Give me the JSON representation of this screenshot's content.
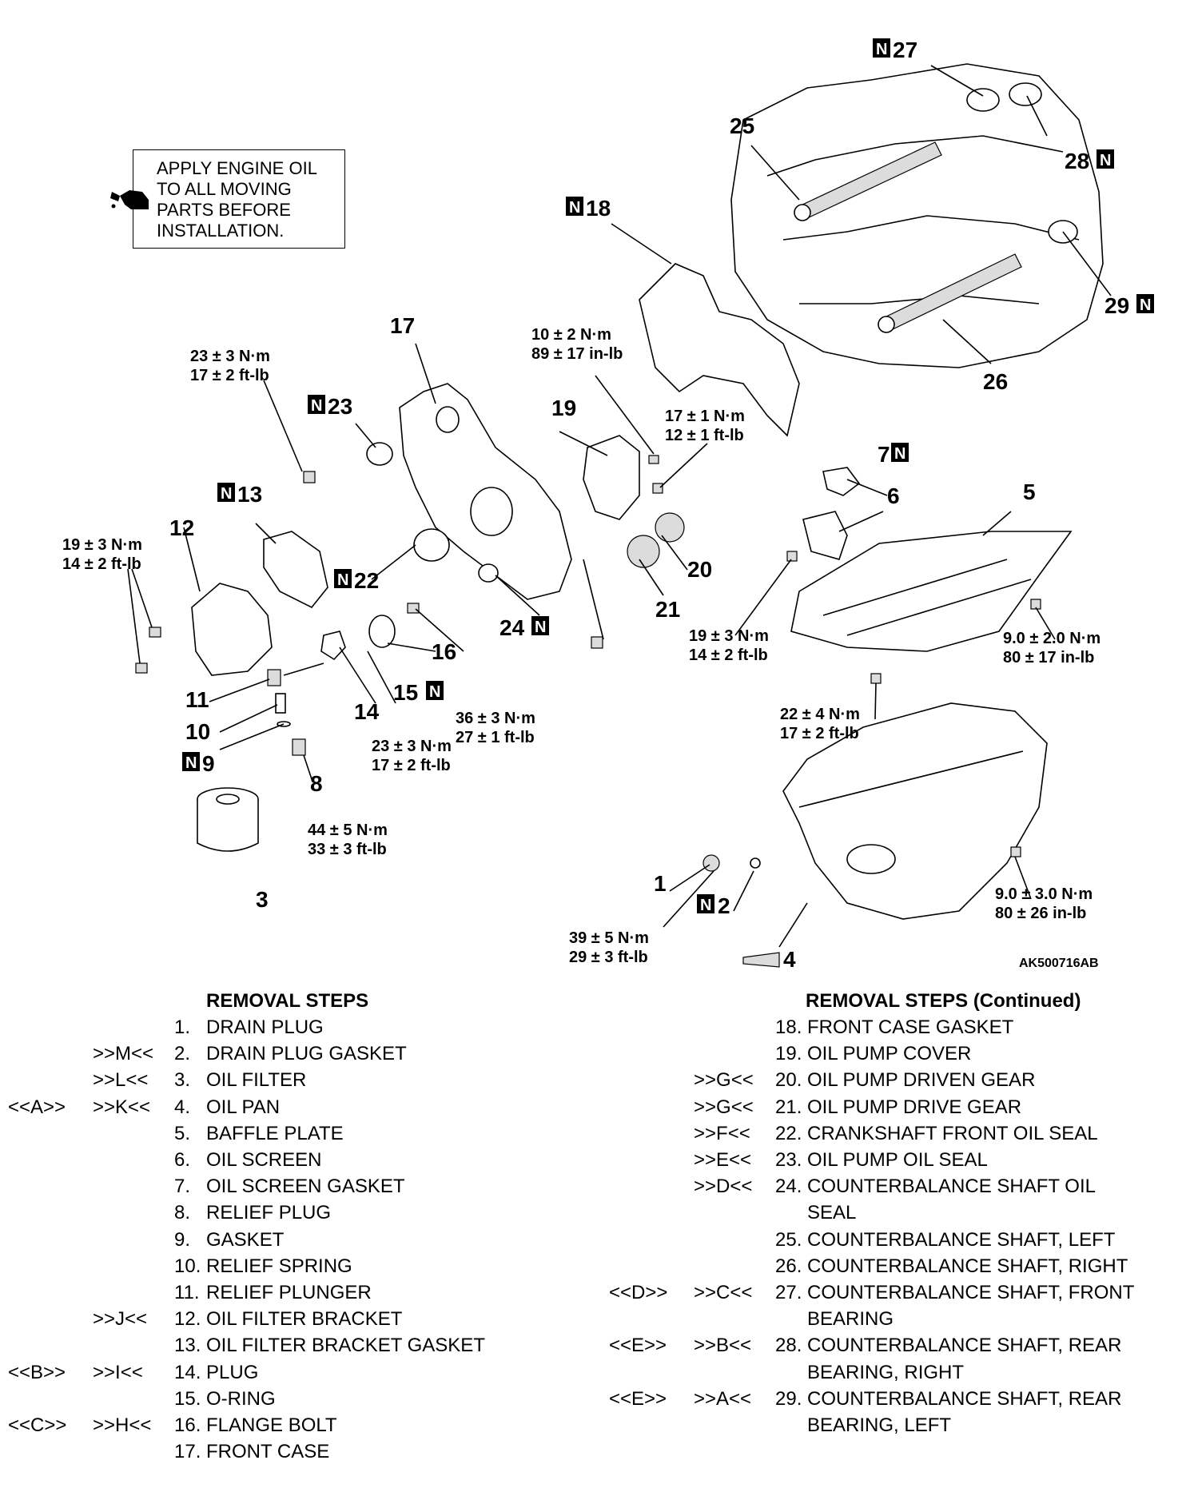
{
  "note": {
    "lines": [
      "APPLY ENGINE OIL",
      "TO ALL MOVING",
      "PARTS BEFORE",
      "INSTALLATION."
    ],
    "icon": "oil-can-icon"
  },
  "figure_ref": "AK500716AB",
  "new_part_marker": "N",
  "callouts": {
    "p1": "1",
    "p2": "2",
    "p3": "3",
    "p4": "4",
    "p5": "5",
    "p6": "6",
    "p7": "7",
    "p8": "8",
    "p9": "9",
    "p10": "10",
    "p11": "11",
    "p12": "12",
    "p13": "13",
    "p14": "14",
    "p15": "15",
    "p16": "16",
    "p17": "17",
    "p18": "18",
    "p19": "19",
    "p20": "20",
    "p21": "21",
    "p22": "22",
    "p23": "23",
    "p24": "24",
    "p25": "25",
    "p26": "26",
    "p27": "27",
    "p28": "28",
    "p29": "29"
  },
  "torques": {
    "t_front_case_bolt": [
      "23 ± 3 N·m",
      "17 ± 2 ft-lb"
    ],
    "t_gasket_bolt": [
      "10 ± 2 N·m",
      "89 ± 17 in-lb"
    ],
    "t_pump_cover": [
      "17 ± 1 N·m",
      "12 ± 1 ft-lb"
    ],
    "t_filter_bracket": [
      "19 ± 3 N·m",
      "14 ± 2 ft-lb"
    ],
    "t_oil_screen": [
      "19 ± 3 N·m",
      "14 ± 2 ft-lb"
    ],
    "t_baffle": [
      "9.0 ± 2.0 N·m",
      "80 ± 17 in-lb"
    ],
    "t_flange_bolt": [
      "36 ± 3 N·m",
      "27 ± 1 ft-lb"
    ],
    "t_plug": [
      "23 ± 3 N·m",
      "17 ± 2 ft-lb"
    ],
    "t_relief_plug": [
      "44 ± 5 N·m",
      "33 ± 3 ft-lb"
    ],
    "t_pan_stud": [
      "22 ± 4 N·m",
      "17 ± 2 ft-lb"
    ],
    "t_drain_plug": [
      "39 ± 5 N·m",
      "29 ± 3 ft-lb"
    ],
    "t_oil_pan": [
      "9.0 ± 3.0 N·m",
      "80 ± 26 in-lb"
    ]
  },
  "removal_steps_left": {
    "heading": "REMOVAL STEPS",
    "rows": [
      {
        "c1": "",
        "c2": "",
        "num": "1.",
        "name": "DRAIN PLUG"
      },
      {
        "c1": "",
        "c2": ">>M<<",
        "num": "2.",
        "name": "DRAIN PLUG GASKET"
      },
      {
        "c1": "",
        "c2": ">>L<<",
        "num": "3.",
        "name": "OIL FILTER"
      },
      {
        "c1": "<<A>>",
        "c2": ">>K<<",
        "num": "4.",
        "name": "OIL PAN"
      },
      {
        "c1": "",
        "c2": "",
        "num": "5.",
        "name": "BAFFLE PLATE"
      },
      {
        "c1": "",
        "c2": "",
        "num": "6.",
        "name": "OIL SCREEN"
      },
      {
        "c1": "",
        "c2": "",
        "num": "7.",
        "name": "OIL SCREEN GASKET"
      },
      {
        "c1": "",
        "c2": "",
        "num": "8.",
        "name": "RELIEF PLUG"
      },
      {
        "c1": "",
        "c2": "",
        "num": "9.",
        "name": "GASKET"
      },
      {
        "c1": "",
        "c2": "",
        "num": "10.",
        "name": "RELIEF SPRING"
      },
      {
        "c1": "",
        "c2": "",
        "num": "11.",
        "name": "RELIEF PLUNGER"
      },
      {
        "c1": "",
        "c2": ">>J<<",
        "num": "12.",
        "name": "OIL FILTER BRACKET"
      },
      {
        "c1": "",
        "c2": "",
        "num": "13.",
        "name": "OIL FILTER BRACKET GASKET"
      },
      {
        "c1": "<<B>>",
        "c2": ">>I<<",
        "num": "14.",
        "name": "PLUG"
      },
      {
        "c1": "",
        "c2": "",
        "num": "15.",
        "name": "O-RING"
      },
      {
        "c1": "<<C>>",
        "c2": ">>H<<",
        "num": "16.",
        "name": "FLANGE BOLT"
      },
      {
        "c1": "",
        "c2": "",
        "num": "17.",
        "name": "FRONT CASE"
      }
    ]
  },
  "removal_steps_right": {
    "heading": "REMOVAL STEPS (Continued)",
    "rows": [
      {
        "c1": "",
        "c2": "",
        "num": "18.",
        "name": "FRONT CASE GASKET"
      },
      {
        "c1": "",
        "c2": "",
        "num": "19.",
        "name": "OIL PUMP COVER"
      },
      {
        "c1": "",
        "c2": ">>G<<",
        "num": "20.",
        "name": "OIL PUMP DRIVEN GEAR"
      },
      {
        "c1": "",
        "c2": ">>G<<",
        "num": "21.",
        "name": "OIL PUMP DRIVE GEAR"
      },
      {
        "c1": "",
        "c2": ">>F<<",
        "num": "22.",
        "name": "CRANKSHAFT FRONT OIL SEAL"
      },
      {
        "c1": "",
        "c2": ">>E<<",
        "num": "23.",
        "name": "OIL PUMP OIL SEAL"
      },
      {
        "c1": "",
        "c2": ">>D<<",
        "num": "24.",
        "name": "COUNTERBALANCE SHAFT OIL"
      },
      {
        "c1": "",
        "c2": "",
        "num": "",
        "name": "SEAL"
      },
      {
        "c1": "",
        "c2": "",
        "num": "25.",
        "name": "COUNTERBALANCE SHAFT, LEFT"
      },
      {
        "c1": "",
        "c2": "",
        "num": "26.",
        "name": "COUNTERBALANCE SHAFT, RIGHT"
      },
      {
        "c1": "<<D>>",
        "c2": ">>C<<",
        "num": "27.",
        "name": "COUNTERBALANCE SHAFT, FRONT"
      },
      {
        "c1": "",
        "c2": "",
        "num": "",
        "name": "BEARING"
      },
      {
        "c1": "<<E>>",
        "c2": ">>B<<",
        "num": "28.",
        "name": "COUNTERBALANCE SHAFT, REAR"
      },
      {
        "c1": "",
        "c2": "",
        "num": "",
        "name": "BEARING, RIGHT"
      },
      {
        "c1": "<<E>>",
        "c2": ">>A<<",
        "num": "29.",
        "name": "COUNTERBALANCE SHAFT, REAR"
      },
      {
        "c1": "",
        "c2": "",
        "num": "",
        "name": "BEARING, LEFT"
      }
    ]
  }
}
